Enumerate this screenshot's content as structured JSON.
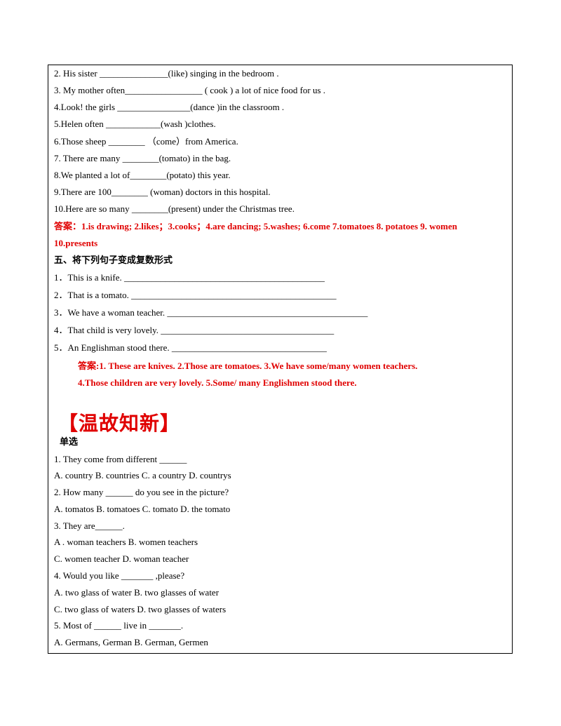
{
  "fill_in": [
    "2. His  sister      _______________(like) singing  in the bedroom .",
    "3. My mother often_________________ ( cook )  a  lot  of  nice  food  for  us .",
    "4.Look! the girls ________________(dance )in the classroom .",
    "5.Helen  often  ____________(wash )clothes.",
    "6.Those  sheep  ________ （come）from America.",
    "7. There  are  many  ________(tomato)  in  the  bag.",
    "8.We  planted  a  lot  of________(potato)  this  year.",
    "9.There  are  100________  (woman)  doctors  in  this  hospital.",
    "10.Here  are  so  many  ________(present)  under  the  Christmas  tree."
  ],
  "answer1": {
    "line1": "答案：1.is  drawing;  2.likes；3.cooks；4.are  dancing;  5.washes;  6.come  7.tomatoes  8.  potatoes  9.  women",
    "line2": "10.presents"
  },
  "section5": {
    "title": "五、将下列句子变成复数形式",
    "items": [
      "1．This is a knife.   ____________________________________________",
      "2．That is a tomato.   _____________________________________________",
      "3．We  have  a  woman  teacher.  ____________________________________________",
      "4．That child is very lovely.  ______________________________________",
      "5．An Englishman stood there.  __________________________________"
    ],
    "answer_line1": "答案:1.  These  are  knives.    2.Those  are  tomatoes.    3.We  have  some/many  women  teachers.",
    "answer_line2": "4.Those  children  are  very  lovely.    5.Some/  many  Englishmen  stood  there."
  },
  "review": {
    "heading": "【温故知新】",
    "subheading": "单选",
    "lines": [
      "1. They come from different ______",
      "     A. country    B. countries    C. a country    D. countrys",
      "2. How many ______ do you see in the picture?",
      "   A. tomatos   B. tomatoes  C. tomato      D. the tomato",
      "3. They are______.",
      "   A . woman teachers       B. women teachers",
      "        C. women teacher        D. woman teacher",
      "4. Would you like _______ ,please?",
      "   A. two glass of  water      B. two glasses of  water",
      "   C. two glass of  waters     D. two glasses of  waters",
      "5. Most of ______ live in _______.",
      "   A. Germans, German      B. German, Germen"
    ]
  }
}
